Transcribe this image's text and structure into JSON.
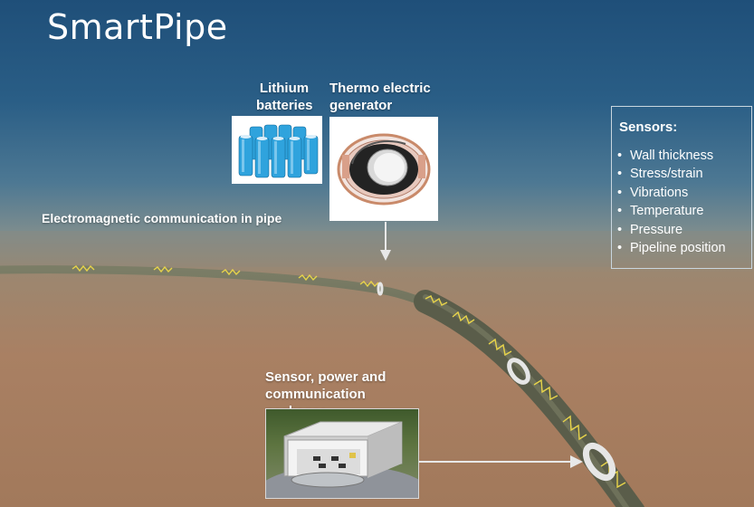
{
  "title": "SmartPipe",
  "labels": {
    "lithium_batteries": "Lithium batteries",
    "thermo_generator": "Thermo electric generator",
    "em_comm": "Electromagnetic communication in pipe",
    "packages": "Sensor, power and communication packages"
  },
  "sensors": {
    "title": "Sensors:",
    "items": [
      "Wall thickness",
      "Stress/strain",
      "Vibrations",
      "Temperature",
      "Pressure",
      "Pipeline position"
    ]
  },
  "colors": {
    "sky_top": "#1f4f79",
    "sand": "#a2795b",
    "pipe": "#5c5f4c",
    "zigzag": "#e8d44a",
    "battery": "#2fa3dd",
    "copper": "#c98a6a"
  }
}
